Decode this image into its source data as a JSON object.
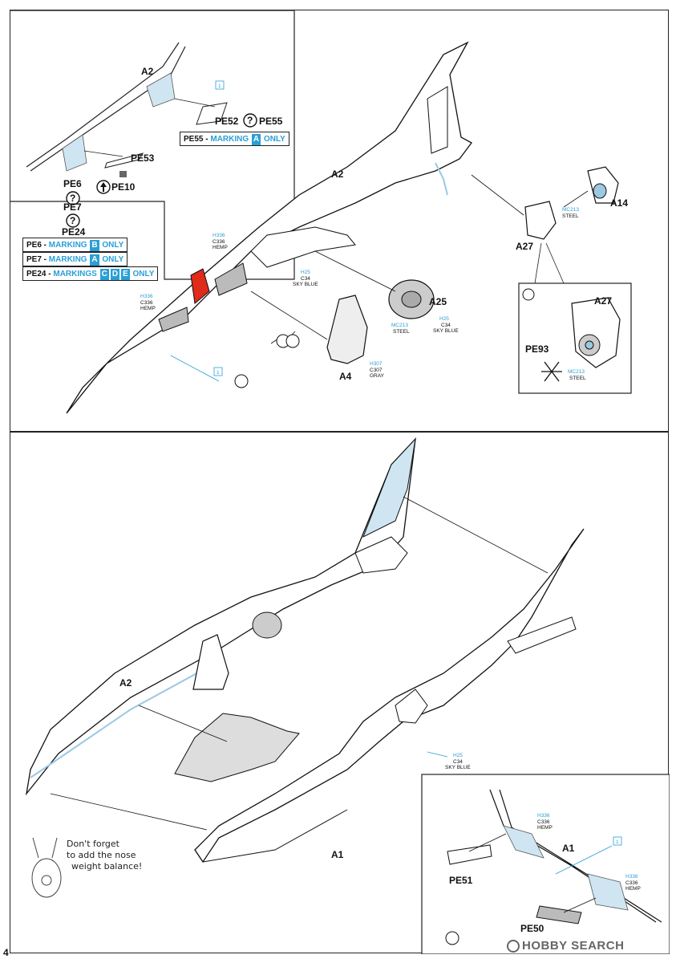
{
  "top_panel": {
    "inset_labels": {
      "a2": "A2",
      "pe52": "PE52",
      "pe55": "PE55",
      "pe53": "PE53",
      "pe6": "PE6",
      "pe7": "PE7",
      "pe24": "PE24",
      "pe10": "PE10",
      "step": "1"
    },
    "note_pe55": {
      "part": "PE55 - ",
      "marking": "MARKING",
      "letter": "A",
      "only": "ONLY"
    },
    "notes": [
      {
        "part": "PE6 - ",
        "word": "MARKING",
        "letters": [
          "B"
        ],
        "only": "ONLY"
      },
      {
        "part": "PE7 - ",
        "word": "MARKING",
        "letters": [
          "A"
        ],
        "only": "ONLY"
      },
      {
        "part": "PE24 - ",
        "word": "MARKINGS",
        "letters": [
          "C",
          "D",
          "E"
        ],
        "only": "ONLY"
      }
    ],
    "labels": {
      "a2": "A2",
      "a14": "A14",
      "a27": "A27",
      "a25": "A25",
      "a4": "A4",
      "step": "1"
    },
    "detail": {
      "a27": "A27",
      "pe93": "PE93"
    },
    "paints": {
      "hemp_a": {
        "code": "H336",
        "num": "C336",
        "name": "HEMP"
      },
      "hemp_b": {
        "code": "H336",
        "num": "C336",
        "name": "HEMP"
      },
      "skyblue": {
        "code": "H25",
        "num": "C34",
        "name": "SKY BLUE"
      },
      "steel_a14": {
        "code": "MC213",
        "name": "STEEL"
      },
      "steel_a25": {
        "code": "MC213",
        "name": "STEEL"
      },
      "skyblue_a25": {
        "code": "H25",
        "num": "C34",
        "name": "SKY BLUE"
      },
      "gray_a4": {
        "code": "H307",
        "num": "C307",
        "name": "GRAY"
      },
      "steel_pe93": {
        "code": "MC213",
        "name": "STEEL"
      }
    }
  },
  "bottom_panel": {
    "labels": {
      "a2": "A2",
      "a1": "A1"
    },
    "paint_skyblue": {
      "code": "H25",
      "num": "C34",
      "name": "SKY BLUE"
    },
    "note_lines": [
      "Don't forget",
      "to add the nose",
      "weight balance!"
    ],
    "inset": {
      "a1": "A1",
      "pe51": "PE51",
      "pe50": "PE50",
      "step": "1",
      "hemp_a": {
        "code": "H336",
        "num": "C336",
        "name": "HEMP"
      },
      "hemp_b": {
        "code": "H336",
        "num": "C336",
        "name": "HEMP"
      }
    }
  },
  "page_number": "4",
  "watermark": "HOBBY SEARCH"
}
